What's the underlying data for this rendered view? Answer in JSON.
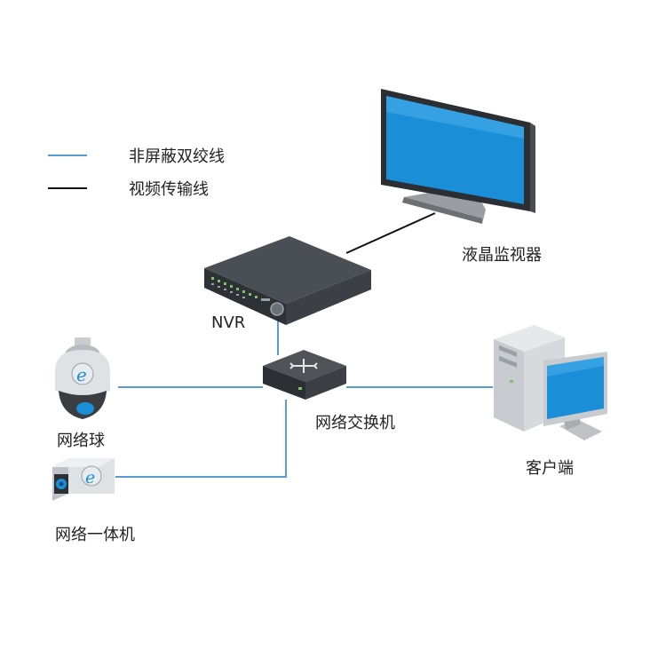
{
  "legend": {
    "items": [
      {
        "label": "非屏蔽双绞线",
        "color": "#5b9bd5"
      },
      {
        "label": "视频传输线",
        "color": "#111111"
      }
    ]
  },
  "devices": {
    "monitor": "液晶监视器",
    "nvr": "NVR",
    "switch": "网络交换机",
    "dome_camera": "网络球",
    "box_camera": "网络一体机",
    "client": "客户端"
  },
  "colors": {
    "twisted_pair": "#5b9bd5",
    "video_line": "#111111",
    "screen_blue": "#1a8fd8",
    "device_dark": "#3a3d42"
  }
}
